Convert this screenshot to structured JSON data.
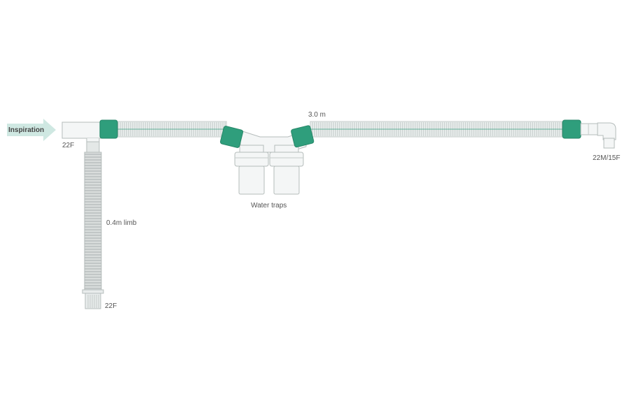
{
  "diagram": {
    "labels": {
      "inspiration": "Inspiration",
      "tee_port": "22F",
      "length": "3.0 m",
      "water_traps": "Water traps",
      "limb": "0.4m limb",
      "limb_port": "22F",
      "patient_port": "22M/15F"
    },
    "colors": {
      "accent_green": "#2f9e7c",
      "arrow_fill": "#cfe8e2",
      "tube_fill": "#eef2f1",
      "tube_rib": "#bcc4c2",
      "limb_fill": "#d9dddc",
      "part_fill": "#f4f6f6",
      "outline": "#b5bcbb"
    }
  }
}
